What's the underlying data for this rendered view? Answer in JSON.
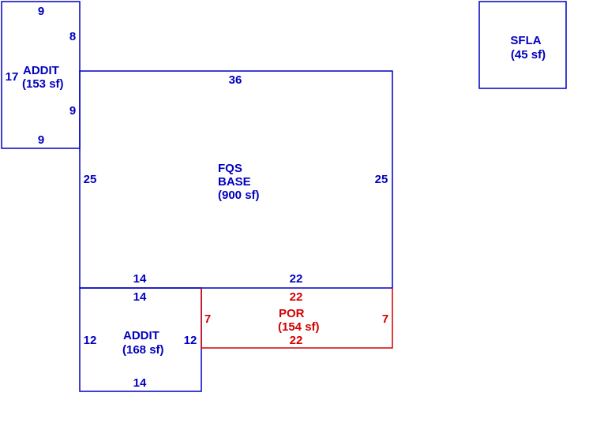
{
  "colors": {
    "blue": "#0000bf",
    "red": "#d40000",
    "background": "#ffffff"
  },
  "areas": {
    "addit_top": {
      "name": "ADDIT",
      "area": "(153 sf)",
      "dims": {
        "top": "9",
        "right_upper": "8",
        "left": "17",
        "right_lower": "9",
        "bottom": "9"
      }
    },
    "sfla": {
      "name": "SFLA",
      "area": "(45 sf)"
    },
    "base": {
      "name_line1": "FQS",
      "name_line2": "BASE",
      "area": "(900 sf)",
      "dims": {
        "top": "36",
        "left": "25",
        "right": "25",
        "bottom_left": "14",
        "bottom_right": "22"
      }
    },
    "addit_bottom": {
      "name": "ADDIT",
      "area": "(168 sf)",
      "dims": {
        "top": "14",
        "left": "12",
        "right": "12",
        "bottom": "14"
      }
    },
    "por": {
      "name": "POR",
      "area": "(154 sf)",
      "dims": {
        "top": "22",
        "left": "7",
        "right": "7",
        "bottom": "22"
      }
    }
  }
}
